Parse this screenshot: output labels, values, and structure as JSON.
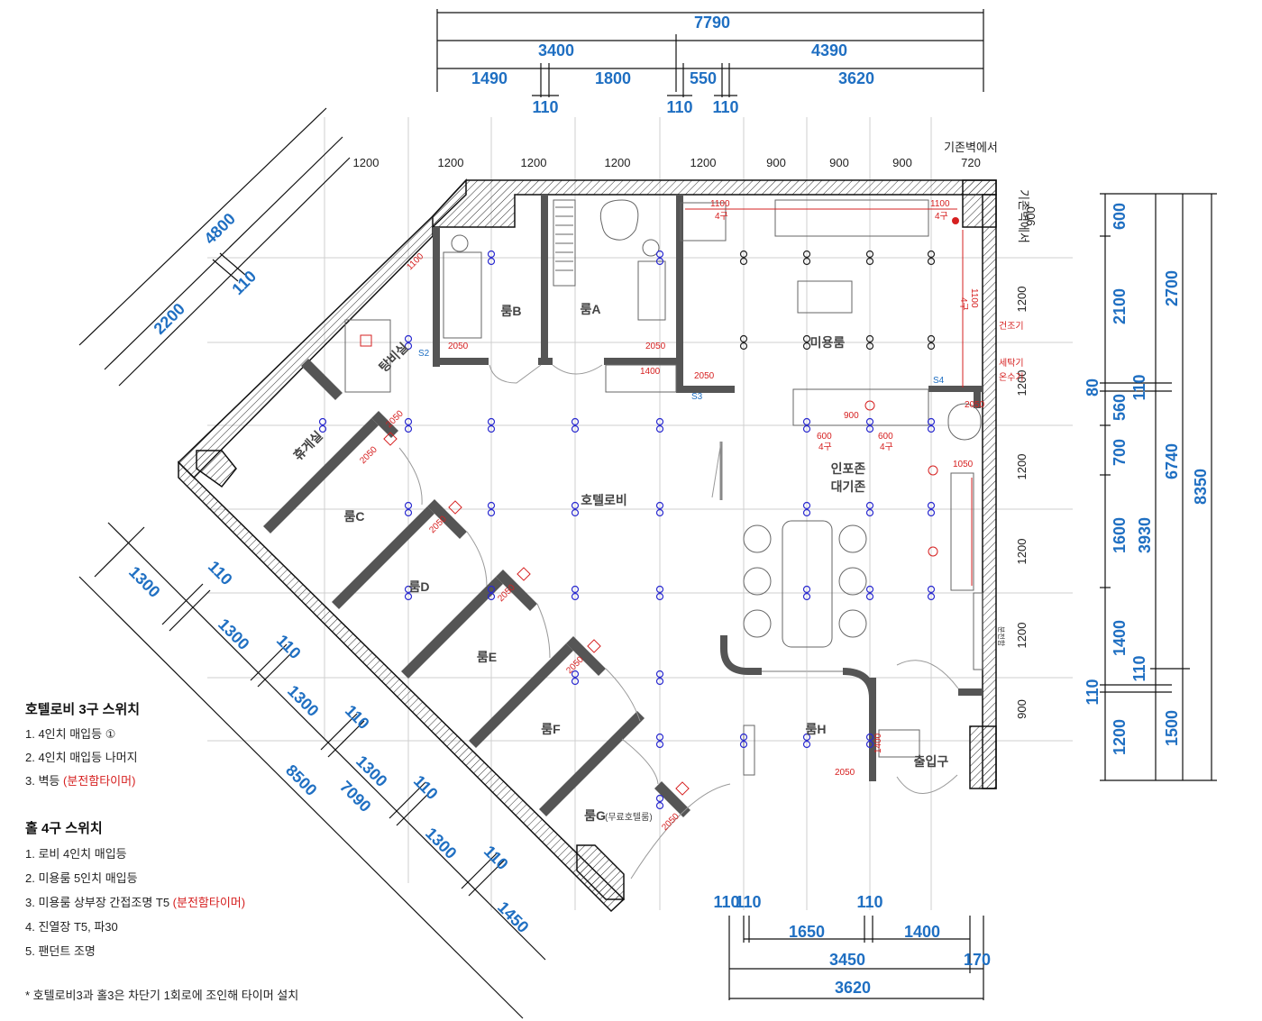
{
  "dimensions": {
    "top": [
      "7790",
      "3400",
      "4390",
      "1490",
      "1800",
      "550",
      "3620",
      "110",
      "110",
      "110"
    ],
    "diag_upper": [
      "4800",
      "2200",
      "110"
    ],
    "diag_lower": [
      "1300",
      "110",
      "1300",
      "110",
      "1300",
      "110",
      "1300",
      "110",
      "1300",
      "110",
      "1450",
      "8500",
      "7090"
    ],
    "right": [
      "600",
      "2700",
      "2100",
      "80",
      "110",
      "560",
      "700",
      "6740",
      "8350",
      "3930",
      "1600",
      "1400",
      "110",
      "110",
      "1200",
      "1500"
    ],
    "bottom": [
      "110",
      "110",
      "110",
      "1650",
      "1400",
      "3450",
      "170",
      "3620"
    ]
  },
  "grid_spacing_top": [
    "1200",
    "1200",
    "1200",
    "1200",
    "1200",
    "900",
    "900",
    "900",
    "720"
  ],
  "grid_spacing_right": [
    "1200",
    "1200",
    "1200",
    "1200",
    "1200",
    "900",
    "900"
  ],
  "labels": {
    "from_wall_top": "기존벽에서",
    "from_wall_right": "기존벽에서",
    "distribution_box": "분전함"
  },
  "rooms": {
    "lobby": "호텔로비",
    "beauty": "미용룸",
    "info": "인포존",
    "waiting": "대기존",
    "room_a": "룸A",
    "room_b": "룸B",
    "room_c": "룸C",
    "room_d": "룸D",
    "room_e": "룸E",
    "room_f": "룸F",
    "room_g": "룸G",
    "room_g_sub": "(무료호텔룸)",
    "room_h": "룸H",
    "bath": "탕비실",
    "lounge": "휴게실",
    "entrance": "출입구"
  },
  "red_marks": {
    "h1100": "1100",
    "h2050": "2050",
    "h1400": "1400",
    "h1050": "1050",
    "h600": "600",
    "h900": "900",
    "four": "4구",
    "dryer": "건조기",
    "washer": "세탁기",
    "heater": "온수기",
    "s2": "S2",
    "s3": "S3",
    "s4": "S4"
  },
  "legend": {
    "group1_title": "호텔로비 3구 스위치",
    "group1": [
      {
        "text": "1. 4인치 매입등 ①",
        "red": ""
      },
      {
        "text": "2. 4인치 매입등 나머지",
        "red": ""
      },
      {
        "text": "3. 벽등 ",
        "red": "(분전함타이머)"
      }
    ],
    "group2_title": "홀 4구 스위치",
    "group2": [
      {
        "text": "1. 로비 4인치 매입등",
        "red": ""
      },
      {
        "text": "2. 미용룸 5인치 매입등",
        "red": ""
      },
      {
        "text": "3. 미용룸 상부장 간접조명 T5 ",
        "red": "(분전함타이머)"
      },
      {
        "text": "4. 진열장 T5, 파30",
        "red": ""
      },
      {
        "text": "5. 팬던트 조명",
        "red": ""
      }
    ],
    "footnote": "* 호텔로비3과 홀3은 차단기 1회로에 조인해 타이머 설치"
  },
  "colors": {
    "dimension": "#1f6fc2",
    "wall": "#555555",
    "electrical": "#d62020",
    "fixture": "#2a2ad0"
  }
}
